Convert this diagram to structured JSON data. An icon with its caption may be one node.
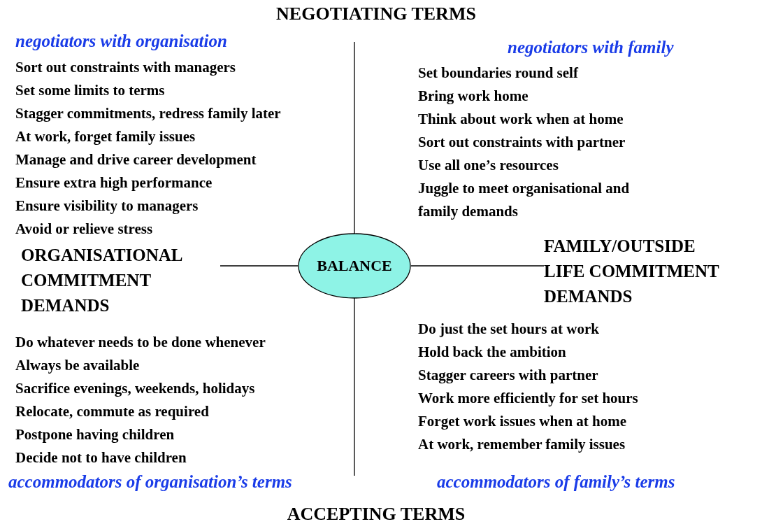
{
  "diagram": {
    "title": "NEGOTIATING TERMS",
    "nodes": [
      {
        "text": [
          "ORGANISATIONAL COMMITMENT DEMANDS"
        ]
      },
      {
        "text": [
          "BALANCE"
        ]
      },
      {
        "text": [
          "FAMILY/OUTSIDE LIFE COMMITMENT DEMANDS"
        ]
      }
    ],
    "edges": [
      {
        "from": 0,
        "to": 1,
        "arrow": "none"
      },
      {
        "from": 1,
        "to": 2,
        "arrow": "none"
      }
    ],
    "labels": [
      "negotiators with organisation",
      "negotiators with family",
      "Sort out constraints with managers",
      "Set some limits to terms",
      "Stagger commitments, redress family later",
      "At work, forget family issues",
      "Manage and drive career development",
      "Ensure extra high performance",
      "Ensure visibility to managers",
      "Avoid or relieve stress",
      "Set boundaries round self",
      "Bring work home",
      "Think about work when at home",
      "Sort out constraints with partner",
      "Use all one’s resources",
      "Juggle to meet organisational and family demands",
      "Do whatever needs to be done whenever",
      "Always be available",
      "Sacrifice evenings, weekends, holidays",
      "Relocate, commute as required",
      "Postpone having children",
      "Decide not to have children",
      "Do just the set hours at work",
      "Hold back the ambition",
      "Stagger careers with partner",
      "Work more efficiently for set hours",
      "Forget work issues when at home",
      "At work, remember family issues",
      "accommodators of organisation’s terms",
      "accommodators of family’s terms",
      "ACCEPTING TERMS"
    ]
  }
}
